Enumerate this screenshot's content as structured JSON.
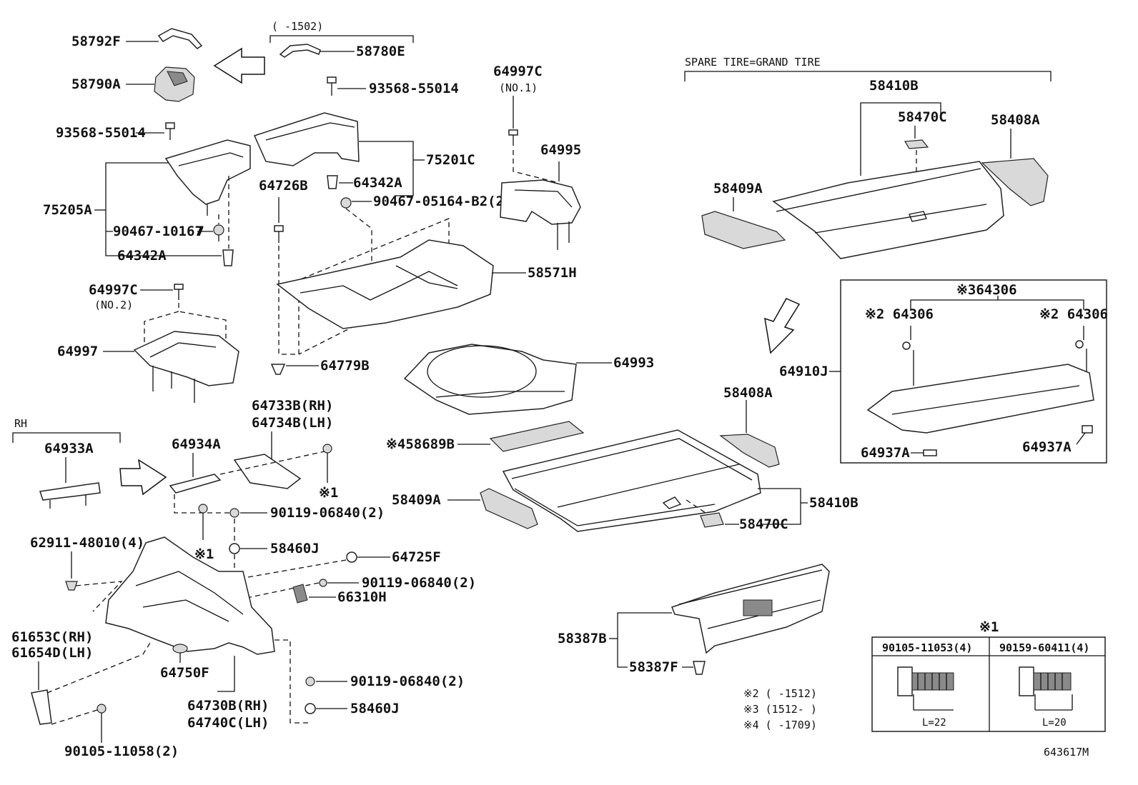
{
  "labels": {
    "p58792F": "58792F",
    "p58790A": "58790A",
    "range_1502": "(      -1502)",
    "p58780E": "58780E",
    "b93568_55014_top": "93568-55014",
    "b93568_55014_left": "93568-55014",
    "p75201C": "75201C",
    "p64342A_mid": "64342A",
    "p75205A": "75205A",
    "b90467_10167": "90467-10167",
    "p64342A_left": "64342A",
    "p64726B": "64726B",
    "b90467_05164": "90467-05164-B2(2)",
    "p64997C_no1": "64997C",
    "no1": "(NO.1)",
    "p64995": "64995",
    "p58571H": "58571H",
    "p64997C_no2": "64997C",
    "no2": "(NO.2)",
    "p64997": "64997",
    "p64779B": "64779B",
    "p64993": "64993",
    "rh": "RH",
    "p64933A": "64933A",
    "p64934A": "64934A",
    "p64733B": "64733B(RH)",
    "p64734B": "64734B(LH)",
    "note1_a": "※1",
    "note1_b": "※1",
    "b90119_06840_a": "90119-06840(2)",
    "p58460J_a": "58460J",
    "b62911_48010": "62911-48010(4)",
    "p64725F": "64725F",
    "b90119_06840_b": "90119-06840(2)",
    "p66310H": "66310H",
    "p61653C": "61653C(RH)",
    "p61654D": "61654D(LH)",
    "p64750F": "64750F",
    "b90119_06840_c": "90119-06840(2)",
    "p58460J_b": "58460J",
    "p64730B": "64730B(RH)",
    "p64740C": "64740C(LH)",
    "b90105_11058": "90105-11058(2)",
    "p58689B": "※458689B",
    "p58409A_mid": "58409A",
    "p58408A_mid": "58408A",
    "p58410B_mid": "58410B",
    "p58470C_mid": "58470C",
    "p58387B": "58387B",
    "p58387F": "58387F",
    "spare_tire": "SPARE TIRE=GRAND TIRE",
    "p58410B_top": "58410B",
    "p58470C_top": "58470C",
    "p58408A_top": "58408A",
    "p58409A_top": "58409A",
    "p64306_main": "※364306",
    "p64306_l": "※2 64306",
    "p64306_r": "※2 64306",
    "p64910J": "64910J",
    "p64937A_l": "64937A",
    "p64937A_r": "64937A",
    "note2": "※2 (      -1512)",
    "note3": "※3 (1512-      )",
    "note4": "※4 (      -1709)",
    "table_mark": "※1",
    "table_col1": "90105-11053(4)",
    "table_col2": "90159-60411(4)",
    "len1": "L=22",
    "len2": "L=20",
    "drawing_no": "643617M"
  }
}
